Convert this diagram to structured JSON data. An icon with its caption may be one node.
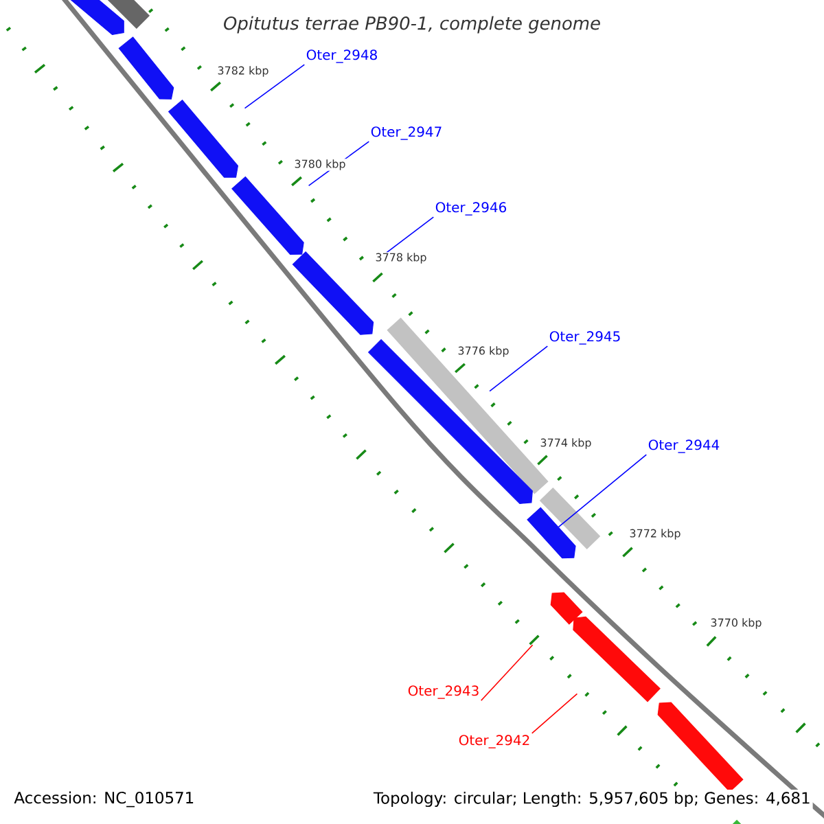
{
  "diagram": {
    "title": "Opitutus terrae PB90-1, complete genome",
    "nodes": [
      {
        "text": [
          "Oter_2948"
        ]
      },
      {
        "text": [
          "Oter_2947"
        ]
      },
      {
        "text": [
          "Oter_2946"
        ]
      },
      {
        "text": [
          "Oter_2945"
        ]
      },
      {
        "text": [
          "Oter_2944"
        ]
      },
      {
        "text": [
          "Oter_2943"
        ]
      },
      {
        "text": [
          "Oter_2942"
        ]
      },
      {
        "text": [],
        "shape": "arrow"
      },
      {
        "text": [],
        "shape": "bar"
      },
      {
        "text": [],
        "shape": "arrow"
      },
      {
        "text": [],
        "shape": "arrow"
      },
      {
        "text": [],
        "shape": "arrow"
      },
      {
        "text": [],
        "shape": "arrow"
      },
      {
        "text": [],
        "shape": "bar"
      },
      {
        "text": [],
        "shape": "arrow"
      },
      {
        "text": [],
        "shape": "bar"
      },
      {
        "text": [],
        "shape": "arrow"
      },
      {
        "text": [],
        "shape": "arrow"
      },
      {
        "text": [],
        "shape": "arrow"
      },
      {
        "text": [],
        "shape": "arrow"
      },
      {
        "text": [],
        "shape": "arrow"
      }
    ],
    "edges": [
      {
        "from": 0,
        "to": 10,
        "arrow": "none"
      },
      {
        "from": 1,
        "to": 11,
        "arrow": "none"
      },
      {
        "from": 2,
        "to": 12,
        "arrow": "none"
      },
      {
        "from": 3,
        "to": 14,
        "arrow": "none"
      },
      {
        "from": 4,
        "to": 16,
        "arrow": "none"
      },
      {
        "from": 5,
        "to": 17,
        "arrow": "none",
        "color": "#ff0000"
      },
      {
        "from": 6,
        "to": 18,
        "arrow": "none",
        "color": "#ff0000"
      }
    ],
    "labels": [
      "3782 kbp",
      "3780 kbp",
      "3778 kbp",
      "3776 kbp",
      "3774 kbp",
      "3772 kbp",
      "3770 kbp",
      "Accession: NC_010571",
      "Topology: circular; Length: 5,957,605 bp; Genes: 4,681"
    ]
  }
}
